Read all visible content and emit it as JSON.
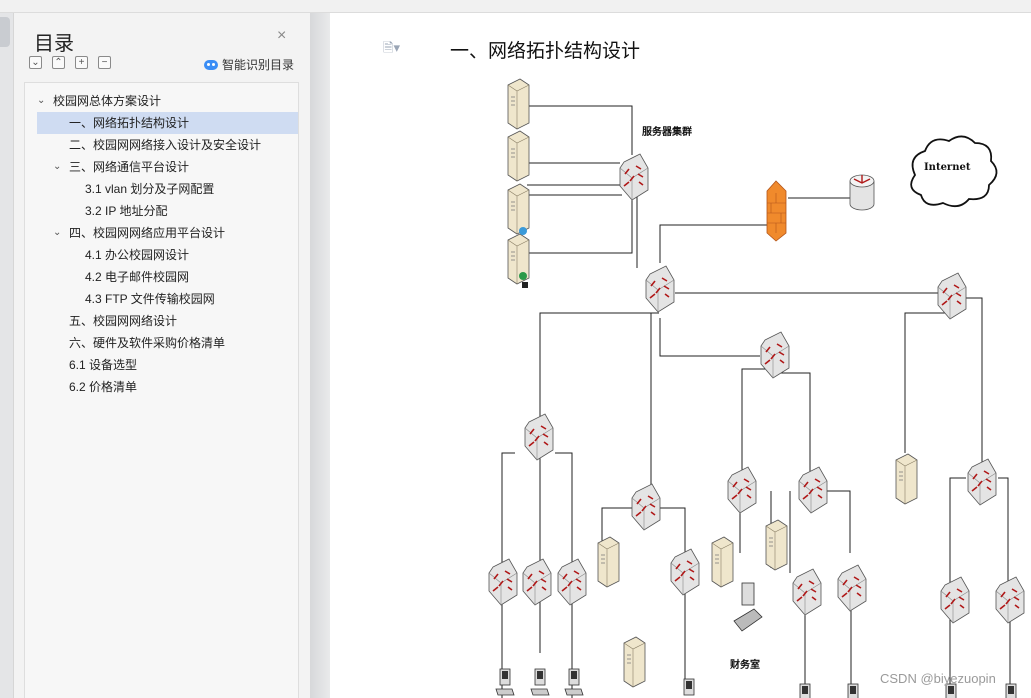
{
  "toc": {
    "title": "目录",
    "close_glyph": "×",
    "tools": [
      "⌄",
      "⌃",
      "+",
      "−"
    ],
    "smart_label": "智能识别目录",
    "items": [
      {
        "label": "校园网总体方案设计",
        "level": 0,
        "expanded": true
      },
      {
        "label": "一、网络拓扑结构设计",
        "level": 1,
        "active": true
      },
      {
        "label": "二、校园网网络接入设计及安全设计",
        "level": 1
      },
      {
        "label": "三、网络通信平台设计",
        "level": 1,
        "expanded": true
      },
      {
        "label": "3.1 vlan 划分及子网配置",
        "level": 2
      },
      {
        "label": "3.2 IP 地址分配",
        "level": 2
      },
      {
        "label": "四、校园网网络应用平台设计",
        "level": 1,
        "expanded": true
      },
      {
        "label": "4.1 办公校园网设计",
        "level": 2
      },
      {
        "label": "4.2 电子邮件校园网",
        "level": 2
      },
      {
        "label": "4.3 FTP 文件传输校园网",
        "level": 2
      },
      {
        "label": "五、校园网网络设计",
        "level": 1
      },
      {
        "label": "六、硬件及软件采购价格清单",
        "level": 1
      },
      {
        "label": "6.1 设备选型",
        "level": 1
      },
      {
        "label": "6.2 价格清单",
        "level": 1
      }
    ]
  },
  "page": {
    "heading": "一、网络拓扑结构设计",
    "diagram": {
      "server_cluster_label": "服务器集群",
      "internet_label": "Internet",
      "finance_label": "财务室"
    },
    "watermark": "CSDN @biyezuopin"
  },
  "colors": {
    "active_item": "#cfdcf2",
    "firewall": "#f08a2c",
    "switch_arrow": "#b01818"
  }
}
